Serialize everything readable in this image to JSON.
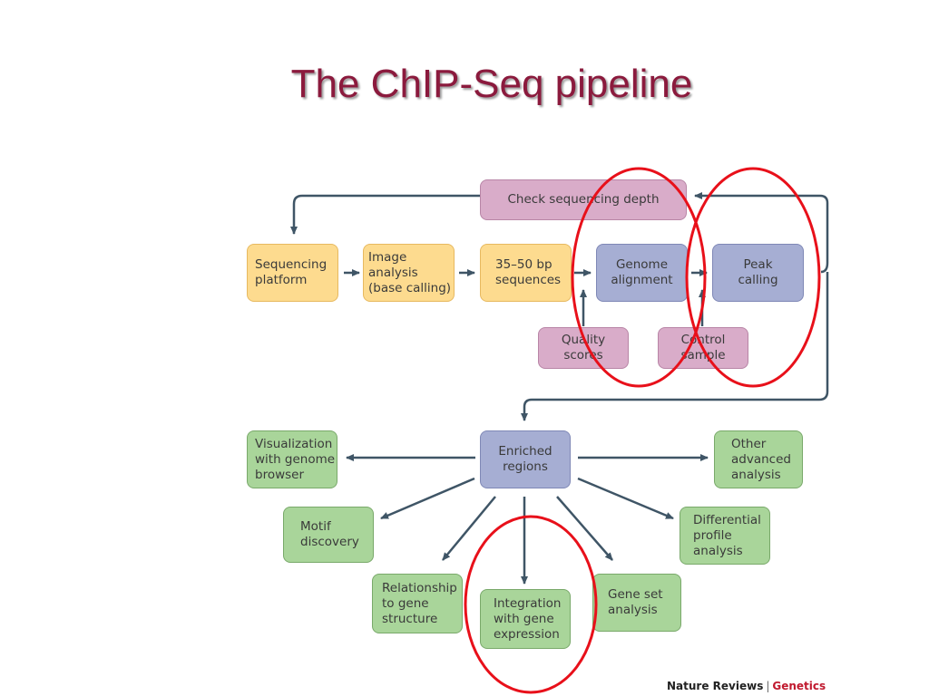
{
  "slide": {
    "title": "The ChIP-Seq pipeline"
  },
  "boxes": {
    "check_depth": "Check sequencing depth",
    "sequencing_platform": "Sequencing\nplatform",
    "image_analysis": "Image analysis\n(base calling)",
    "bp_sequences": "35–50 bp\nsequences",
    "genome_alignment": "Genome\nalignment",
    "peak_calling": "Peak\ncalling",
    "quality_scores": "Quality\nscores",
    "control_sample": "Control\nsample",
    "enriched_regions": "Enriched\nregions",
    "visualization": "Visualization\nwith genome\nbrowser",
    "other_analysis": "Other\nadvanced\nanalysis",
    "motif_discovery": "Motif\ndiscovery",
    "differential_profile": "Differential\nprofile\nanalysis",
    "relationship_gene": "Relationship\nto gene\nstructure",
    "integration_expression": "Integration\nwith gene\nexpression",
    "gene_set": "Gene set\nanalysis"
  },
  "credit": {
    "publisher": "Nature Reviews",
    "separator": "|",
    "journal": "Genetics"
  },
  "colors": {
    "title": "#8b1a3d",
    "arrow": "#3f5566",
    "highlight_circle": "#e8101a",
    "yellow_box": "#fddb8f",
    "blue_box": "#a6aed3",
    "pink_box": "#d9acc9",
    "green_box": "#a9d59a"
  }
}
